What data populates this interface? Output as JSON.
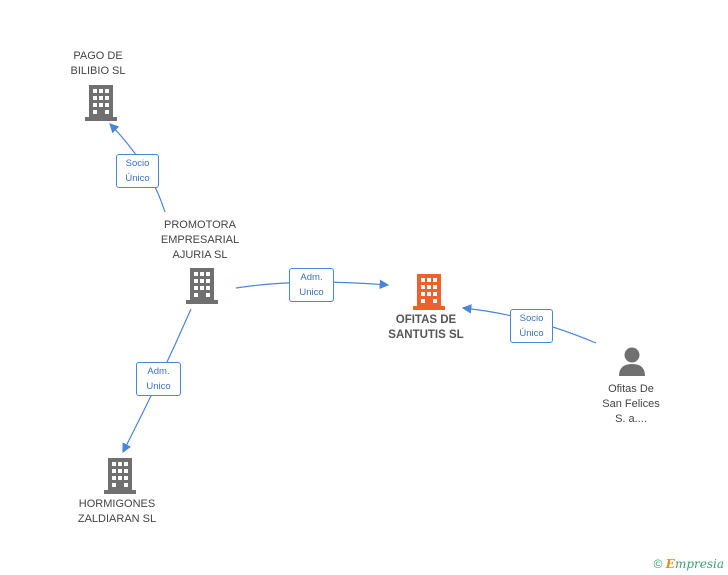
{
  "nodes": {
    "pago": "PAGO DE\nBILIBIO  SL",
    "promotora": "PROMOTORA\nEMPRESARIAL\nAJURIA SL",
    "ofitas": "OFITAS DE\nSANTUTIS  SL",
    "hormigones": "HORMIGONES\nZALDIARAN SL",
    "ofitas_person": "Ofitas De\nSan Felices\nS. a...."
  },
  "edges": {
    "promotora_pago": "Socio\nÚnico",
    "promotora_ofitas": "Adm.\nUnico",
    "promotora_hormigones": "Adm.\nUnico",
    "person_ofitas": "Socio\nÚnico"
  },
  "footer": {
    "copyright": "©",
    "brand_initial": "E",
    "brand_rest": "mpresia"
  },
  "colors": {
    "edge": "#4a86d8",
    "building": "#707070",
    "building_main": "#f0602a"
  }
}
